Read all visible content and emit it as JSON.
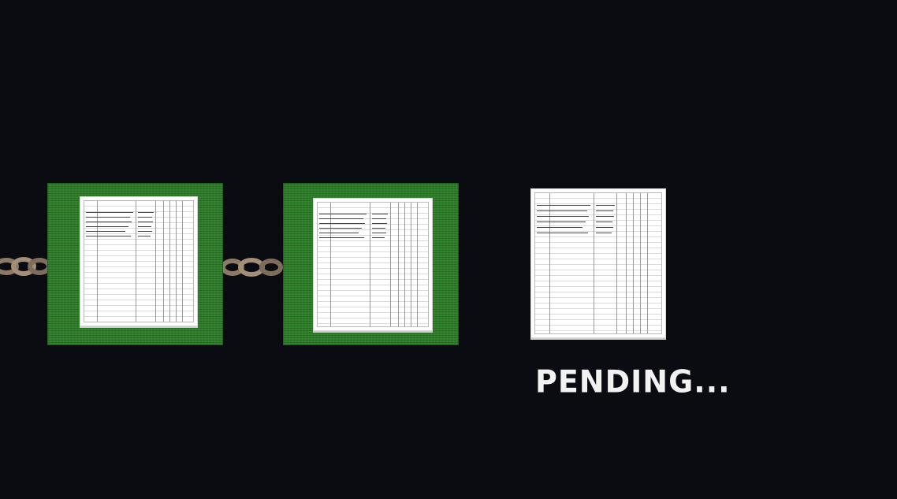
{
  "status": {
    "pending_label": "PENDING..."
  },
  "blocks": [
    {
      "state": "confirmed",
      "color": "#2f7f2b",
      "icon": "ledger-page-icon"
    },
    {
      "state": "confirmed",
      "color": "#2f7f2b",
      "icon": "ledger-page-icon"
    },
    {
      "state": "pending",
      "color": "#ffffff",
      "icon": "ledger-page-icon"
    }
  ],
  "links": [
    "chain-link-icon",
    "chain-link-icon"
  ],
  "colors": {
    "background": "#0b0b12",
    "block_green": "#2f7f2b",
    "text": "#f2f2f2"
  }
}
